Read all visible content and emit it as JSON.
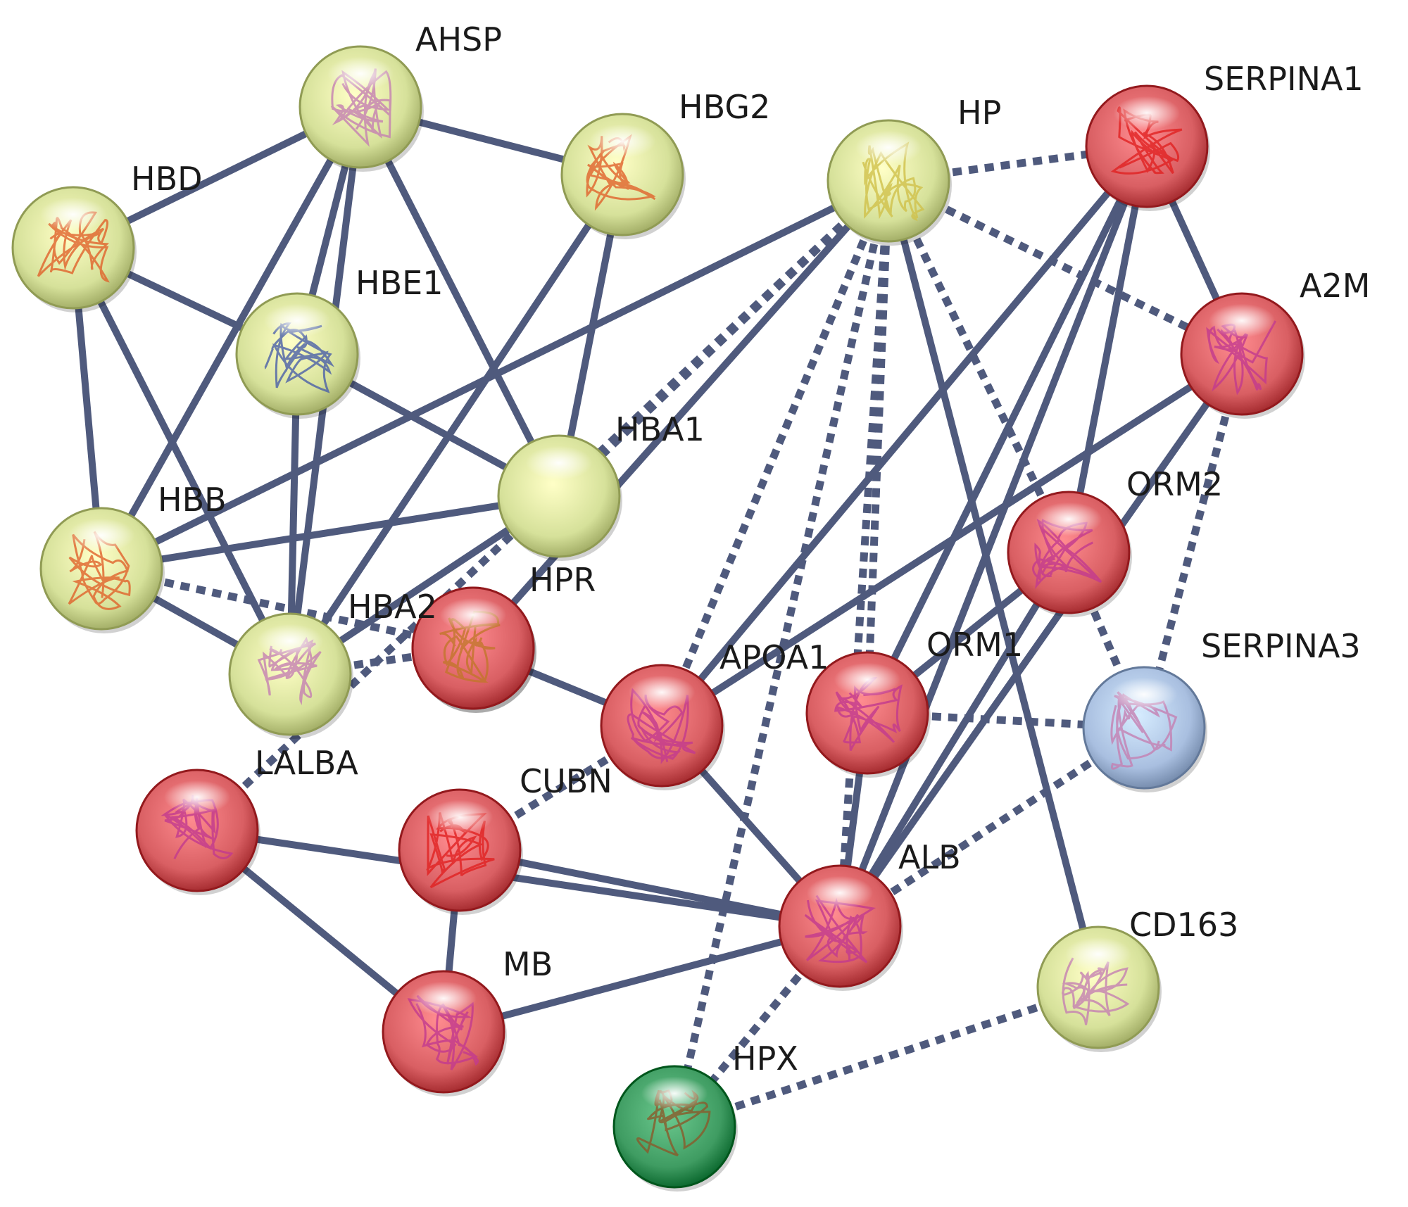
{
  "colors": {
    "edge": "#4f5a7d",
    "yellow_green": "#d6e19a",
    "red": "#d95f63",
    "blue": "#a9bfe0",
    "green": "#3f9c62",
    "label": "#1a1a1a"
  },
  "nodes": [
    {
      "id": "AHSP",
      "label": "AHSP",
      "color": "yellow_green",
      "motif": "#c47fb1"
    },
    {
      "id": "HBG2",
      "label": "HBG2",
      "color": "yellow_green",
      "motif": "#e0622a"
    },
    {
      "id": "HBD",
      "label": "HBD",
      "color": "yellow_green",
      "motif": "#e0622a"
    },
    {
      "id": "HBE1",
      "label": "HBE1",
      "color": "yellow_green",
      "motif": "#4a5fa8"
    },
    {
      "id": "HP",
      "label": "HP",
      "color": "yellow_green",
      "motif": "#cfc04a"
    },
    {
      "id": "HBA1",
      "label": "HBA1",
      "color": "yellow_green",
      "motif": "none"
    },
    {
      "id": "HPR",
      "label": "HPR",
      "color": "red",
      "motif": "#c2762a"
    },
    {
      "id": "HBB",
      "label": "HBB",
      "color": "yellow_green",
      "motif": "#e0622a"
    },
    {
      "id": "LALBA",
      "label": "LALBA",
      "color": "yellow_green",
      "motif": "#c47fb1"
    },
    {
      "id": "HBA2",
      "label": "HBA2",
      "color": "red",
      "motif": "#c2762a"
    },
    {
      "id": "SERPINA1",
      "label": "SERPINA1",
      "color": "red",
      "motif": "#e02020"
    },
    {
      "id": "A2M",
      "label": "A2M",
      "color": "red",
      "motif": "#c23a8f"
    },
    {
      "id": "ORM2",
      "label": "ORM2",
      "color": "red",
      "motif": "#c23a8f"
    },
    {
      "id": "SERPINA3",
      "label": "SERPINA3",
      "color": "blue",
      "motif": "#c47fb1"
    },
    {
      "id": "APOA1",
      "label": "APOA1",
      "color": "red",
      "motif": "#c23a8f"
    },
    {
      "id": "ORM1",
      "label": "ORM1",
      "color": "red",
      "motif": "#c23a8f"
    },
    {
      "id": "CUBN",
      "label": "CUBN",
      "color": "red",
      "motif": "#e02020"
    },
    {
      "id": "UNLABELED",
      "label": "",
      "color": "red",
      "motif": "#c23a8f"
    },
    {
      "id": "ALB",
      "label": "ALB",
      "color": "red",
      "motif": "#c23a8f"
    },
    {
      "id": "CD163",
      "label": "CD163",
      "color": "yellow_green",
      "motif": "#c47fb1"
    },
    {
      "id": "MB",
      "label": "MB",
      "color": "red",
      "motif": "#c23a8f"
    },
    {
      "id": "HPX",
      "label": "HPX",
      "color": "green",
      "motif": "#8a5a2a"
    }
  ],
  "edges": [
    {
      "a": "AHSP",
      "b": "HBD",
      "style": "solid"
    },
    {
      "a": "AHSP",
      "b": "HBG2",
      "style": "solid"
    },
    {
      "a": "AHSP",
      "b": "HBE1",
      "style": "solid"
    },
    {
      "a": "AHSP",
      "b": "HBA1",
      "style": "solid"
    },
    {
      "a": "AHSP",
      "b": "HBB",
      "style": "solid"
    },
    {
      "a": "AHSP",
      "b": "LALBA",
      "style": "solid"
    },
    {
      "a": "HBD",
      "b": "HBE1",
      "style": "solid"
    },
    {
      "a": "HBD",
      "b": "HBB",
      "style": "solid"
    },
    {
      "a": "HBD",
      "b": "LALBA",
      "style": "solid"
    },
    {
      "a": "HBE1",
      "b": "HBA1",
      "style": "solid"
    },
    {
      "a": "HBE1",
      "b": "LALBA",
      "style": "solid"
    },
    {
      "a": "HBG2",
      "b": "HBA1",
      "style": "solid"
    },
    {
      "a": "HBG2",
      "b": "LALBA",
      "style": "solid"
    },
    {
      "a": "HBA1",
      "b": "HBB",
      "style": "solid"
    },
    {
      "a": "HBA1",
      "b": "LALBA",
      "style": "solid"
    },
    {
      "a": "HBB",
      "b": "LALBA",
      "style": "solid"
    },
    {
      "a": "HBB",
      "b": "HBA2",
      "style": "dashed"
    },
    {
      "a": "HP",
      "b": "HBB",
      "style": "solid"
    },
    {
      "a": "HP",
      "b": "HPR",
      "style": "solid"
    },
    {
      "a": "HP",
      "b": "HBA1",
      "style": "dashed"
    },
    {
      "a": "HP",
      "b": "SERPINA1",
      "style": "dashed"
    },
    {
      "a": "HP",
      "b": "A2M",
      "style": "dashed"
    },
    {
      "a": "HP",
      "b": "APOA1",
      "style": "dashed"
    },
    {
      "a": "HP",
      "b": "ALB",
      "style": "dashed"
    },
    {
      "a": "HP",
      "b": "ORM1",
      "style": "dashed"
    },
    {
      "a": "HP",
      "b": "ORM2",
      "style": "dashed"
    },
    {
      "a": "HP",
      "b": "CD163",
      "style": "solid"
    },
    {
      "a": "HP",
      "b": "HPX",
      "style": "dashed"
    },
    {
      "a": "HP",
      "b": "UNLABELED",
      "style": "dashed"
    },
    {
      "a": "LALBA",
      "b": "HPR",
      "style": "dashed"
    },
    {
      "a": "HPR",
      "b": "APOA1",
      "style": "solid"
    },
    {
      "a": "SERPINA1",
      "b": "A2M",
      "style": "solid"
    },
    {
      "a": "SERPINA1",
      "b": "ORM2",
      "style": "solid"
    },
    {
      "a": "SERPINA1",
      "b": "ALB",
      "style": "solid"
    },
    {
      "a": "SERPINA1",
      "b": "ORM1",
      "style": "solid"
    },
    {
      "a": "SERPINA1",
      "b": "APOA1",
      "style": "solid"
    },
    {
      "a": "A2M",
      "b": "APOA1",
      "style": "solid"
    },
    {
      "a": "A2M",
      "b": "ALB",
      "style": "solid"
    },
    {
      "a": "A2M",
      "b": "SERPINA3",
      "style": "dashed"
    },
    {
      "a": "ORM2",
      "b": "SERPINA3",
      "style": "dashed"
    },
    {
      "a": "ORM2",
      "b": "ALB",
      "style": "solid"
    },
    {
      "a": "ORM2",
      "b": "ORM1",
      "style": "solid"
    },
    {
      "a": "ORM1",
      "b": "SERPINA3",
      "style": "dashed"
    },
    {
      "a": "ORM1",
      "b": "ALB",
      "style": "solid"
    },
    {
      "a": "SERPINA3",
      "b": "ALB",
      "style": "dashed"
    },
    {
      "a": "APOA1",
      "b": "ALB",
      "style": "solid"
    },
    {
      "a": "APOA1",
      "b": "CUBN",
      "style": "dashed"
    },
    {
      "a": "CUBN",
      "b": "ALB",
      "style": "solid"
    },
    {
      "a": "CUBN",
      "b": "MB",
      "style": "solid"
    },
    {
      "a": "UNLABELED",
      "b": "ALB",
      "style": "solid"
    },
    {
      "a": "UNLABELED",
      "b": "MB",
      "style": "solid"
    },
    {
      "a": "MB",
      "b": "ALB",
      "style": "solid"
    },
    {
      "a": "ALB",
      "b": "HPX",
      "style": "dashed"
    },
    {
      "a": "CD163",
      "b": "HPX",
      "style": "dashed"
    }
  ]
}
